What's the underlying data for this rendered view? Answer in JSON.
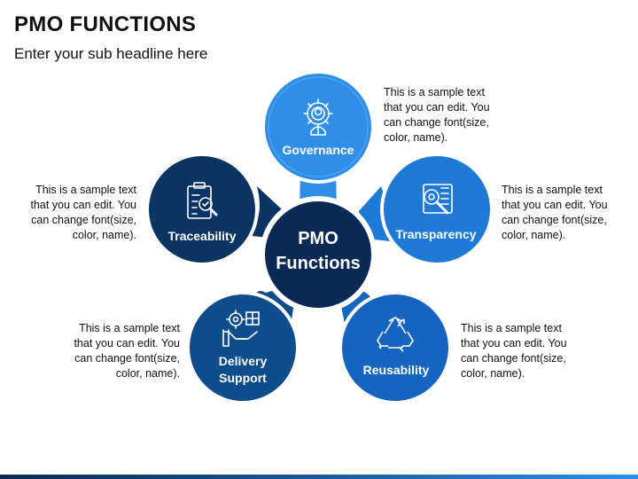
{
  "title": "PMO FUNCTIONS",
  "subtitle": "Enter your sub headline here",
  "center": {
    "line1": "PMO",
    "line2": "Functions"
  },
  "petals": [
    {
      "label1": "Governance",
      "label2": "",
      "icon": "gear-person-icon",
      "color": "#2f8fe6"
    },
    {
      "label1": "Transparency",
      "label2": "",
      "icon": "document-magnifier-icon",
      "color": "#1e7ad6"
    },
    {
      "label1": "Reusability",
      "label2": "",
      "icon": "recycle-icon",
      "color": "#1565c0"
    },
    {
      "label1": "Delivery",
      "label2": "Support",
      "icon": "hand-gears-icon",
      "color": "#0f4c8c"
    },
    {
      "label1": "Traceability",
      "label2": "",
      "icon": "clipboard-search-icon",
      "color": "#0b3463"
    }
  ],
  "descriptions": {
    "governance": [
      "This is a sample text",
      "that you can edit. You",
      "can change font(size,",
      "color, name)."
    ],
    "transparency": [
      "This is a sample text",
      "that you can edit. You",
      "can change font(size,",
      "color, name)."
    ],
    "reusability": [
      "This is a sample text",
      "that you can edit. You",
      "can change font(size,",
      "color, name)."
    ],
    "delivery": [
      "This is a sample text",
      "that you can edit. You",
      "can change font(size,",
      "color, name)."
    ],
    "traceability": [
      "This is a sample text",
      "that you can edit. You",
      "can change font(size,",
      "color, name)."
    ]
  },
  "colors": {
    "center": "#0a2a55",
    "ring": "#ffffff"
  }
}
